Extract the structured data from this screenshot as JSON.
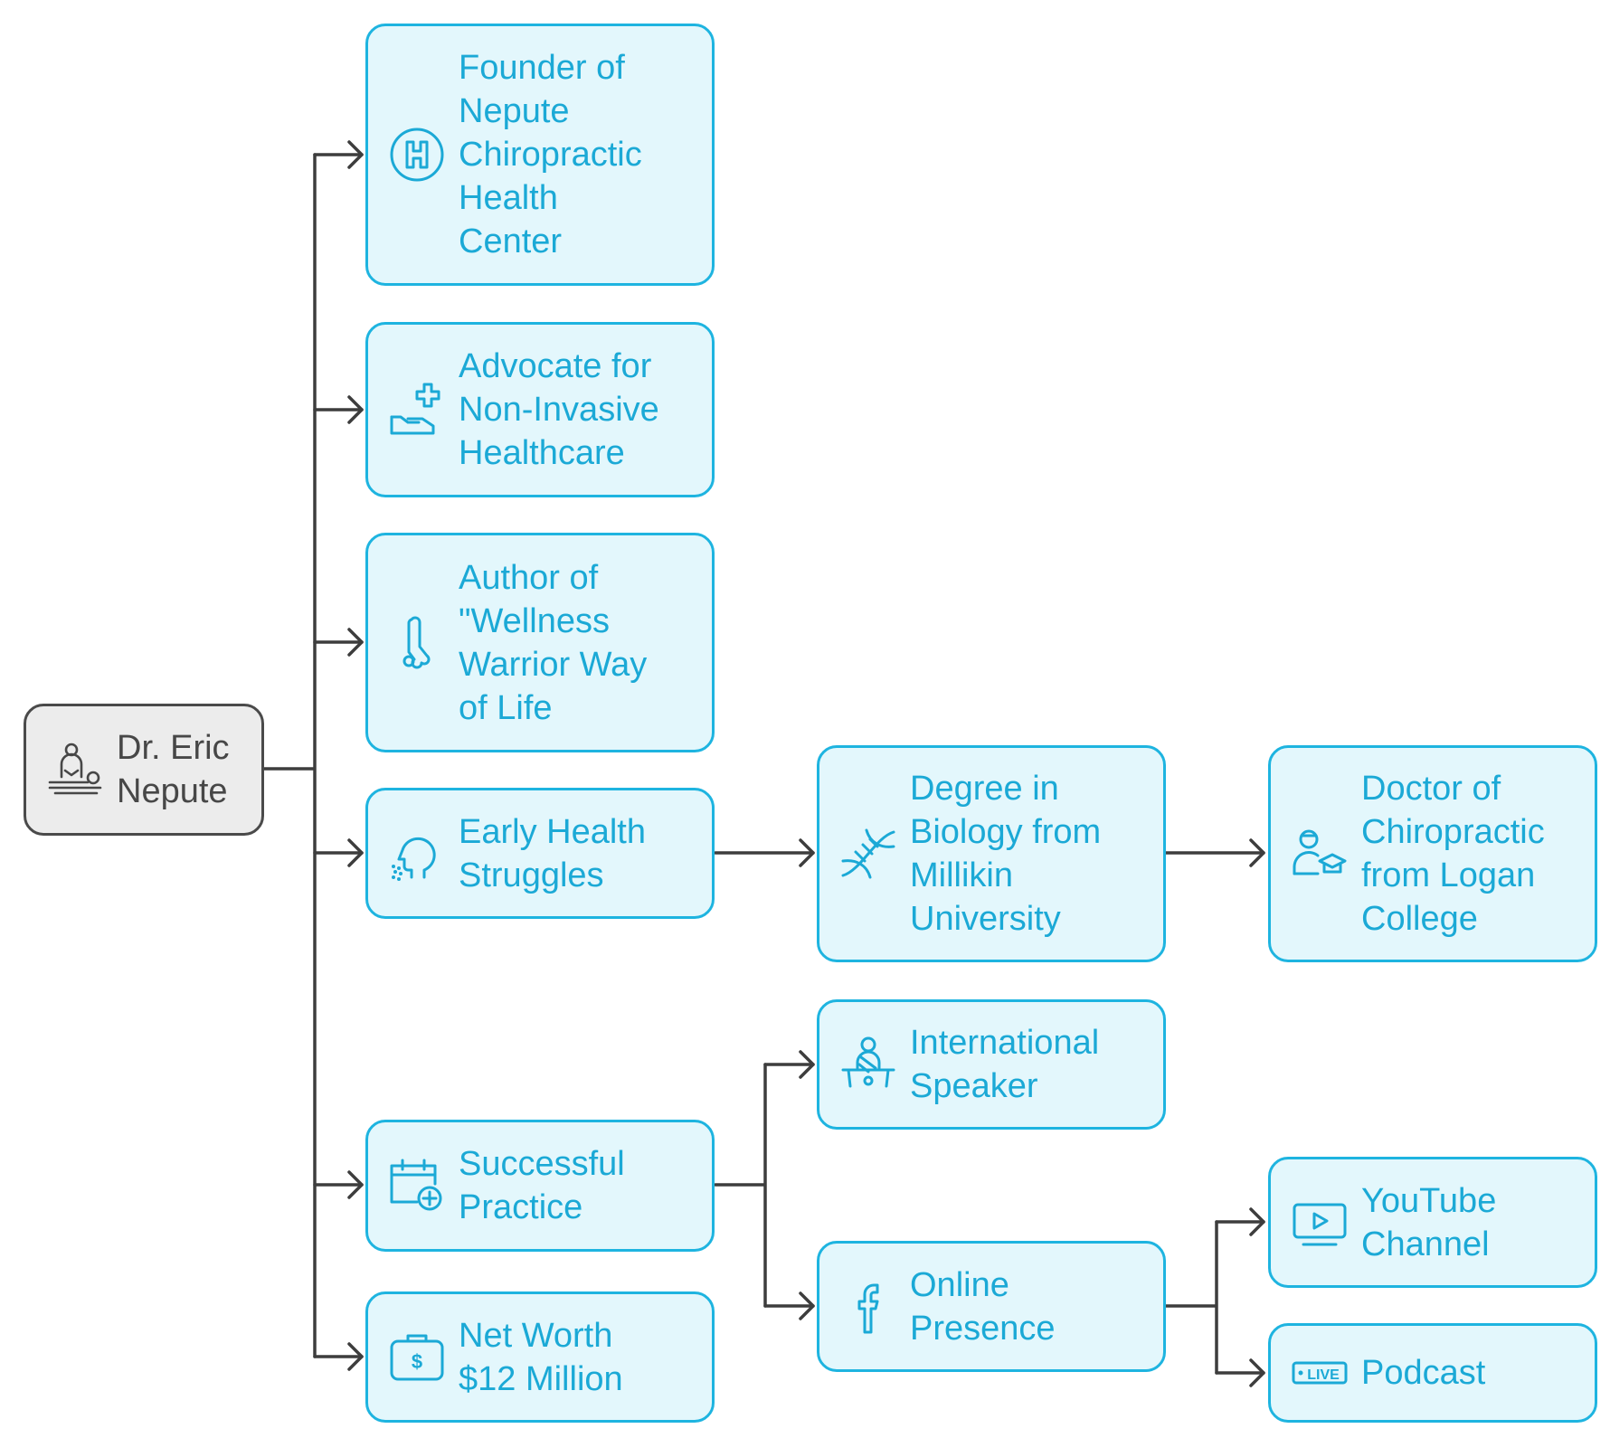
{
  "colors": {
    "child_fill": "#e3f7fc",
    "child_border": "#1eb4e0",
    "child_text": "#1ba9d6",
    "root_fill": "#ececec",
    "root_border": "#4a4a4a",
    "root_text": "#474747",
    "edge": "#3d3d3d"
  },
  "nodes": {
    "root": {
      "label": "Dr. Eric\nNepute",
      "icon": "chiropractic-treatment-icon"
    },
    "founder": {
      "label": "Founder of\nNepute\nChiropractic\nHealth\nCenter",
      "icon": "hospital-h-icon"
    },
    "advocate": {
      "label": "Advocate for\nNon-Invasive\nHealthcare",
      "icon": "hand-medical-cross-icon"
    },
    "author": {
      "label": "Author of\n\"Wellness\nWarrior Way\nof Life",
      "icon": "bone-icon"
    },
    "early": {
      "label": "Early Health\nStruggles",
      "icon": "head-sick-icon"
    },
    "degree": {
      "label": "Degree in\nBiology from\nMillikin\nUniversity",
      "icon": "dna-icon"
    },
    "doctor": {
      "label": "Doctor of\nChiropractic\nfrom Logan\nCollege",
      "icon": "graduate-icon"
    },
    "practice": {
      "label": "Successful\nPractice",
      "icon": "calendar-medical-icon"
    },
    "speaker": {
      "label": "International\nSpeaker",
      "icon": "speaker-podium-icon"
    },
    "online": {
      "label": "Online\nPresence",
      "icon": "facebook-icon"
    },
    "youtube": {
      "label": "YouTube\nChannel",
      "icon": "video-play-icon"
    },
    "podcast": {
      "label": "Podcast",
      "icon": "live-badge-icon"
    },
    "networth": {
      "label": "Net Worth\n$12 Million",
      "icon": "money-bag-icon"
    }
  }
}
